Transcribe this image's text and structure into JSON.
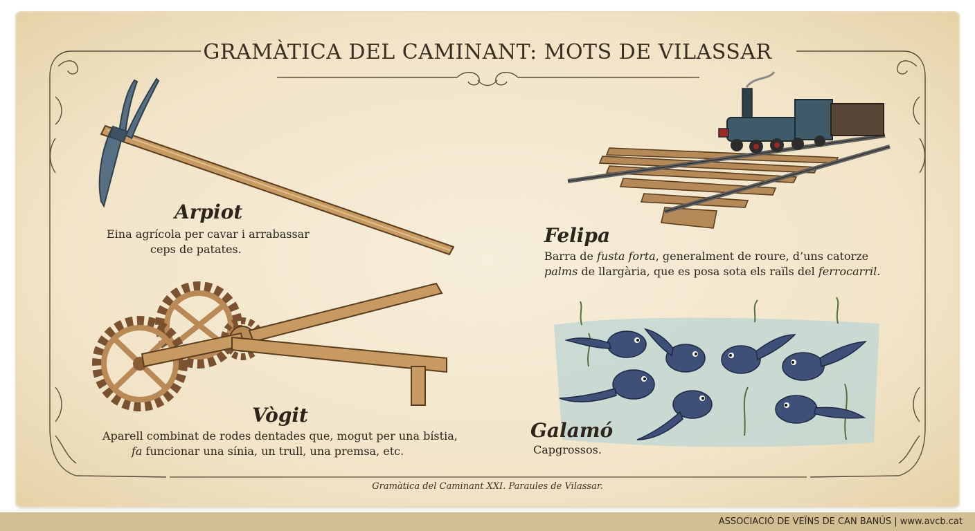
{
  "title": "GRAMÀTICA DEL CAMINANT: MOTS DE VILASSAR",
  "entries": [
    {
      "term": "Arpiot",
      "definition_line1": "Eina agrícola per cavar i arrabassar",
      "definition_line2": "ceps de patates.",
      "icon": "hoe-icon"
    },
    {
      "term": "Felipa",
      "line1_pre": "Barra de ",
      "line1_em1": "fusta forta",
      "line1_post": ", generalment de roure, d’uns catorze",
      "line2_em1": "palms",
      "line2_mid": " de llargària, que es posa sota els raïls del ",
      "line2_em2": "ferrocarril",
      "line2_post": ".",
      "icon": "railway-icon"
    },
    {
      "term": "Vògit",
      "definition_line1": "Aparell combinat de rodes dentades que, mogut per una bístia,",
      "line2_em": "fa",
      "line2_post": " funcionar una sínia, un trull, una premsa, etc.",
      "icon": "gear-mechanism-icon"
    },
    {
      "term": "Galamó",
      "definition_line1": "Capgrossos.",
      "icon": "tadpoles-icon"
    }
  ],
  "caption": "Gramàtica del Caminant XXI. Paraules de Vilassar.",
  "footer": {
    "text": "ASSOCIACIÓ DE VEÏNS DE CAN BANÚS  |  www.avcb.cat"
  },
  "colors": {
    "parchment": "#f3e7cc",
    "ink": "#2d241b",
    "footer_band": "#d1be93",
    "wood": "#b98a55",
    "metal": "#4d6a7e",
    "tadpole": "#3e4f78",
    "water": "#bcd6d4"
  }
}
